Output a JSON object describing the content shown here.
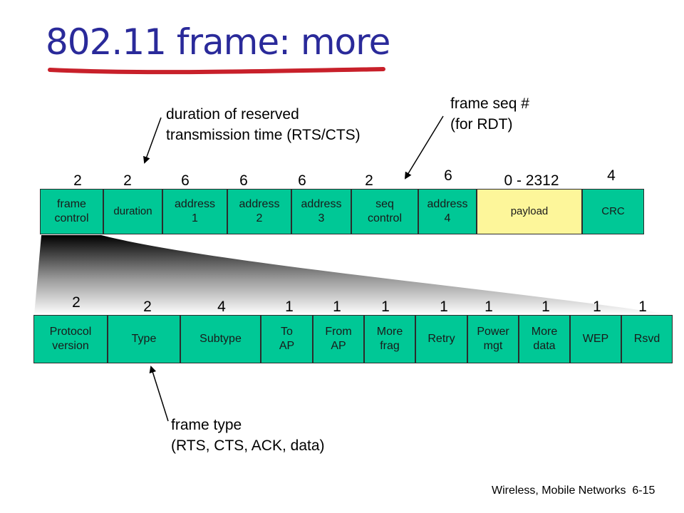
{
  "title": "802.11 frame: more",
  "annotations": {
    "duration": [
      "duration of reserved",
      "transmission time (RTS/CTS)"
    ],
    "seq": [
      "frame seq #",
      "(for RDT)"
    ],
    "type": [
      "frame type",
      "(RTS, CTS, ACK, data)"
    ]
  },
  "frame": {
    "sizes": [
      "2",
      "2",
      "6",
      "6",
      "6",
      "2",
      "6",
      "0 - 2312",
      "4"
    ],
    "fields": [
      "frame\ncontrol",
      "duration",
      "address\n1",
      "address\n2",
      "address\n3",
      "seq\ncontrol",
      "address\n4",
      "payload",
      "CRC"
    ]
  },
  "frame_control": {
    "sizes": [
      "2",
      "2",
      "4",
      "1",
      "1",
      "1",
      "1",
      "1",
      "1",
      "1",
      "1"
    ],
    "fields": [
      "Protocol\nversion",
      "Type",
      "Subtype",
      "To\nAP",
      "From\nAP",
      "More\nfrag",
      "Retry",
      "Power\nmgt",
      "More\ndata",
      "WEP",
      "Rsvd"
    ]
  },
  "footer": {
    "chapter": "Wireless, Mobile Networks",
    "page": "6-15"
  },
  "colors": {
    "field": "#00c896",
    "payload": "#fdf69a",
    "title": "#2a2a9a",
    "underline": "#c8202a"
  }
}
